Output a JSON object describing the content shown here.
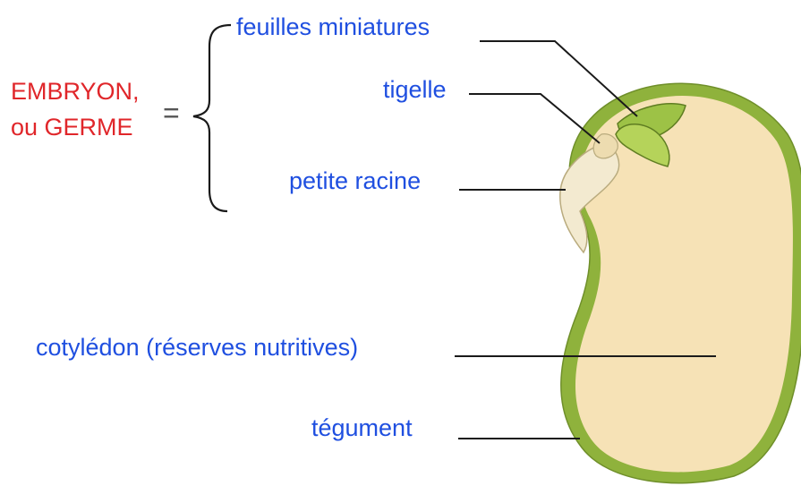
{
  "embryo_group": {
    "line1": "EMBRYON,",
    "line2": "ou GERME",
    "equals": "="
  },
  "labels": {
    "feuilles": "feuilles miniatures",
    "tigelle": "tigelle",
    "racine": "petite racine",
    "cotyledon": "cotylédon (réserves nutritives)",
    "tegument": "tégument"
  },
  "colors": {
    "embryo_label": "#e0262a",
    "part_labels": "#1f4fe0",
    "leader_lines": "#1a1a1a",
    "seed_coat": "#8fb23c",
    "cotyledon_fill": "#f6e2b6",
    "radicle_fill": "#f3ead0",
    "leaf_fill": "#9dc246"
  }
}
